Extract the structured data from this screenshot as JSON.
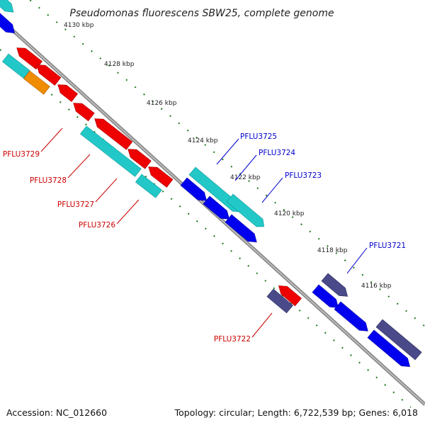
{
  "title": "Pseudomonas fluorescens SBW25, complete genome",
  "accession": "Accession: NC_012660",
  "summary": "Topology: circular; Length: 6,722,539 bp; Genes: 6,018",
  "scale_labels": [
    "4130 kbp",
    "4128 kbp",
    "4126 kbp",
    "4124 kbp",
    "4122 kbp",
    "4120 kbp",
    "4118 kbp",
    "4116 kbp"
  ],
  "gene_labels_forward": [
    "PFLU3725",
    "PFLU3724",
    "PFLU3723",
    "PFLU3721"
  ],
  "gene_labels_reverse": [
    "PFLU3729",
    "PFLU3728",
    "PFLU3727",
    "PFLU3726",
    "PFLU3722"
  ],
  "colors": {
    "backbone": "#8a8a8a",
    "tick": "#1a7a1a",
    "forward_label": "#0000cc",
    "reverse_label": "#cc0000",
    "cds_blue": "#0000ee",
    "cds_red": "#ee0000",
    "cds_cyan": "#22c8c8",
    "cds_orange": "#f08c00",
    "cds_slate": "#4a4a8a"
  }
}
